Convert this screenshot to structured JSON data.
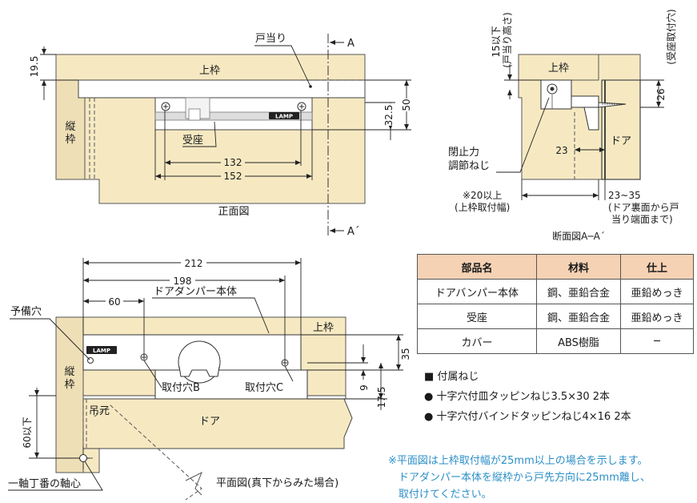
{
  "front_view": {
    "title": "正面図",
    "top_frame": "上枠",
    "side_frame_1": "縦",
    "side_frame_2": "枠",
    "stop": "戸当り",
    "strike_plate": "受座",
    "dim_19_5": "19.5",
    "dim_32_5": "32.5",
    "dim_50": "50",
    "dim_132": "132",
    "dim_152": "152",
    "section_a": "A",
    "section_a2": "A´",
    "logo": "LAMP"
  },
  "section_view": {
    "title": "断面図A─A´",
    "top_frame": "上枠",
    "door": "ドア",
    "dim_15_line1": "15以下",
    "dim_15_line2": "(戸当り高さ)",
    "dim_26_line1": "26",
    "dim_26_line2": "(受座取付穴)",
    "closing_screw_line1": "閉止力",
    "closing_screw_line2": "調節ねじ",
    "dim_23": "23",
    "min20_line1": "※20以上",
    "min20_line2": "(上枠取付幅)",
    "range_line1": "23~35",
    "range_line2": "(ドア裏面から戸",
    "range_line3": "当り端面まで)"
  },
  "plan_view": {
    "title": "平面図(真下からみた場合)",
    "dim_212": "212",
    "dim_198": "198",
    "dim_60": "60",
    "body_label": "ドアダンパー本体",
    "spare_hole": "予備穴",
    "top_frame": "上枠",
    "side_frame_1": "縦",
    "side_frame_2": "枠",
    "hole_b": "取付穴B",
    "hole_c": "取付穴C",
    "door": "ドア",
    "hinge_side": "吊元",
    "dim_60_below": "60以下",
    "hinge_axis": "一軸丁番の軸心",
    "dim_35": "35",
    "dim_9": "9",
    "dim_17_5": "17.5",
    "logo": "LAMP"
  },
  "parts_table": {
    "headers": [
      "部品名",
      "材料",
      "仕上"
    ],
    "rows": [
      [
        "ドアバンパー本体",
        "鋼、亜鉛合金",
        "亜鉛めっき"
      ],
      [
        "受座",
        "鋼、亜鉛合金",
        "亜鉛めっき"
      ],
      [
        "カバー",
        "ABS樹脂",
        "─"
      ]
    ]
  },
  "accessories": {
    "title": "■ 付属ねじ",
    "items": [
      "● 十字穴付皿タッピンねじ3.5×30 2本",
      "● 十字穴付バインドタッピンねじ4×16 2本"
    ]
  },
  "footnote": {
    "lines": [
      "※平面図は上枠取付幅が25mm以上の場合を示します。",
      "ドアダンパー本体を縦枠から戸先方向に25mm離し、",
      "取付けてください。"
    ],
    "color": "#2b8fc7"
  },
  "colors": {
    "wood": "#f6e9c2",
    "frame_shadow": "#e3d2a8",
    "table_header": "#f6d2b4"
  }
}
